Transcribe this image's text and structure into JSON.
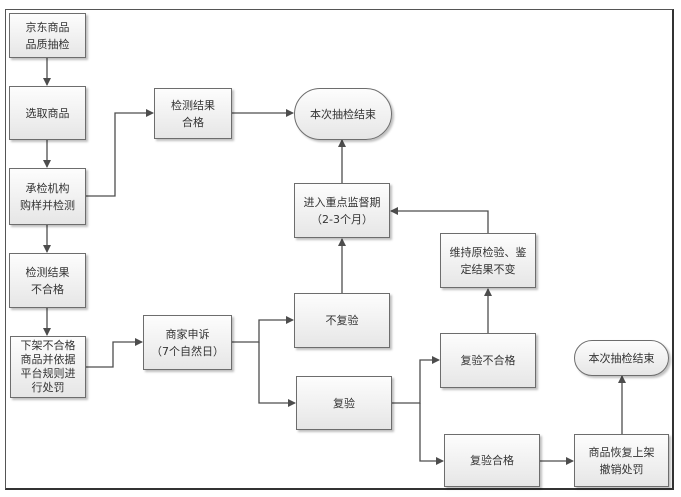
{
  "diagram": {
    "nodes": {
      "start": "京东商品\n品质抽检",
      "select": "选取商品",
      "purchase_test": "承检机构\n购样并检测",
      "result_fail": "检测结果\n不合格",
      "delist_penalty": "下架不合格\n商品并依据\n平台规则进\n行处罚",
      "result_pass": "检测结果\n合格",
      "end_1": "本次抽检结束",
      "supervision": "进入重点监督期\n（2-3个月）",
      "maintain": "维持原检验、鉴\n定结果不变",
      "no_recheck": "不复验",
      "appeal": "商家申诉\n（7个自然日）",
      "recheck": "复验",
      "recheck_fail": "复验不合格",
      "end_2": "本次抽检结束",
      "recheck_pass": "复验合格",
      "restore": "商品恢复上架\n撤销处罚"
    },
    "edges": [
      {
        "from": "start",
        "to": "select"
      },
      {
        "from": "select",
        "to": "purchase_test"
      },
      {
        "from": "purchase_test",
        "to": "result_pass"
      },
      {
        "from": "purchase_test",
        "to": "result_fail"
      },
      {
        "from": "result_pass",
        "to": "end_1"
      },
      {
        "from": "result_fail",
        "to": "delist_penalty"
      },
      {
        "from": "delist_penalty",
        "to": "appeal"
      },
      {
        "from": "appeal",
        "to": "no_recheck"
      },
      {
        "from": "appeal",
        "to": "recheck"
      },
      {
        "from": "no_recheck",
        "to": "supervision"
      },
      {
        "from": "supervision",
        "to": "end_1"
      },
      {
        "from": "recheck",
        "to": "recheck_fail"
      },
      {
        "from": "recheck",
        "to": "recheck_pass"
      },
      {
        "from": "recheck_fail",
        "to": "maintain"
      },
      {
        "from": "maintain",
        "to": "supervision"
      },
      {
        "from": "recheck_pass",
        "to": "restore"
      },
      {
        "from": "restore",
        "to": "end_2"
      }
    ],
    "colors": {
      "line": "#4d4d4d",
      "border": "#6d6d6d",
      "fill_top": "#fdfdfd",
      "fill_bottom": "#e6e6e6",
      "text": "#333333"
    }
  }
}
